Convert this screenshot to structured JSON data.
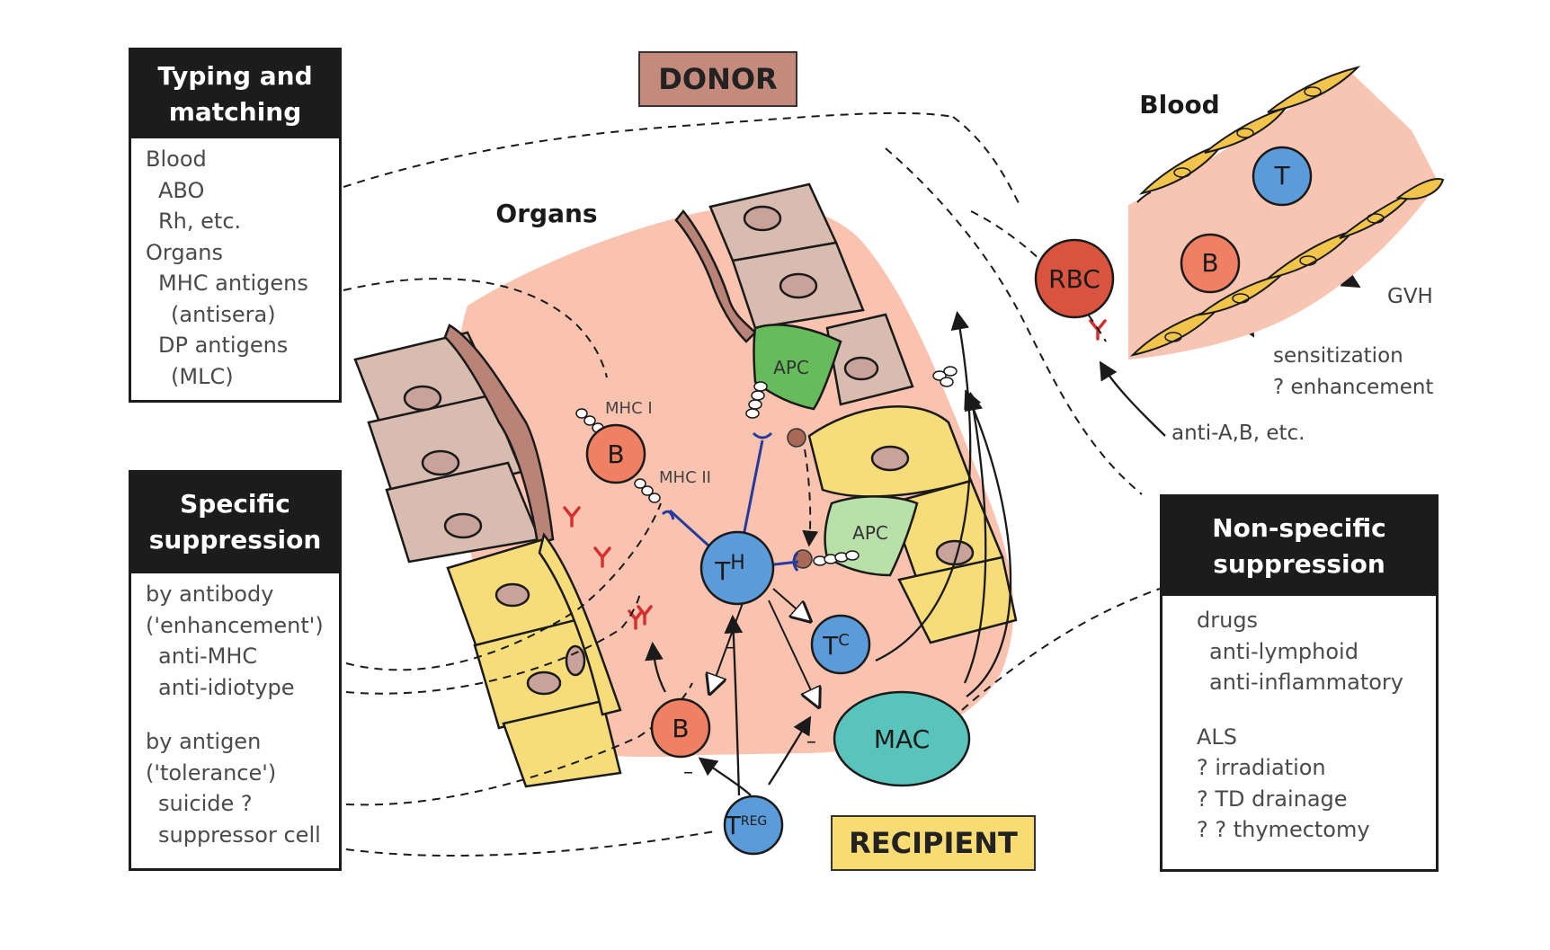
{
  "panels": {
    "typing": {
      "title": [
        "Typing and",
        "matching"
      ],
      "lines": [
        "Blood",
        "ABO",
        "Rh, etc.",
        "Organs",
        "MHC antigens",
        "(antisera)",
        "DP antigens",
        "(MLC)"
      ]
    },
    "specific": {
      "title": [
        "Specific",
        "suppression"
      ],
      "group1": [
        "by antibody",
        "('enhancement')",
        "anti-MHC",
        "anti-idiotype"
      ],
      "group2": [
        "by antigen",
        "('tolerance')",
        "suicide ?",
        "suppressor cell"
      ]
    },
    "nonspecific": {
      "title": [
        "Non-specific",
        "suppression"
      ],
      "group1": [
        "drugs",
        "anti-lymphoid",
        "anti-inflammatory"
      ],
      "group2": [
        "ALS",
        "? irradiation",
        "? TD drainage",
        "? ? thymectomy"
      ]
    }
  },
  "tags": {
    "donor": "DONOR",
    "recipient": "RECIPIENT"
  },
  "region_labels": {
    "organs": "Organs",
    "blood": "Blood"
  },
  "cells": {
    "b_donor": "B",
    "th": {
      "main": "T",
      "sup": "H"
    },
    "tc": {
      "main": "T",
      "sup": "C"
    },
    "b_recipient": "B",
    "treg": {
      "main": "T",
      "sup": "REG"
    },
    "mac": "MAC",
    "apc_upper": "APC",
    "apc_lower": "APC",
    "rbc": "RBC",
    "t_blood": "T",
    "b_blood": "B"
  },
  "annotations": {
    "mhc1": "MHC I",
    "mhc2": "MHC II",
    "gvh": "GVH",
    "sensitization": "sensitization",
    "enhancement": "? enhancement",
    "anti_ab": "anti-A,B, etc.",
    "minus": "–"
  },
  "colors": {
    "tissue": "#f9c3b0",
    "tan_cell": "#d8bcb0",
    "tan_dark": "#b98477",
    "yellow_cell": "#f7dc7a",
    "apc_dark": "#66bb5a",
    "apc_light": "#b8e0a8",
    "t_cell": "#5b9bd9",
    "b_cell": "#ef8063",
    "rbc": "#d9533e",
    "mac": "#58c4bc",
    "donor_tag": "#c48b7c",
    "recipient_tag": "#f8db72",
    "blood_vessel": "#f8c5b3",
    "endothelium": "#f3c44c",
    "antibody": "#d62f2f",
    "receptor": "#243a9c"
  }
}
